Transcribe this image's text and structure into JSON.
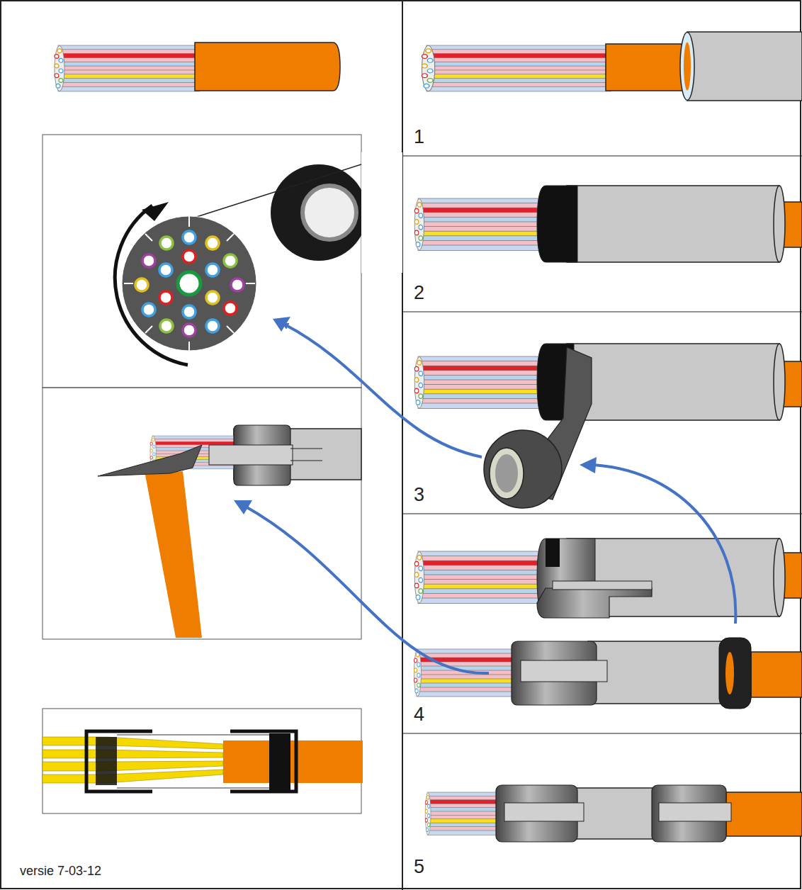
{
  "diagram": {
    "labels": [
      "1",
      "2",
      "3",
      "4",
      "5",
      "versie 7-03-12"
    ]
  }
}
